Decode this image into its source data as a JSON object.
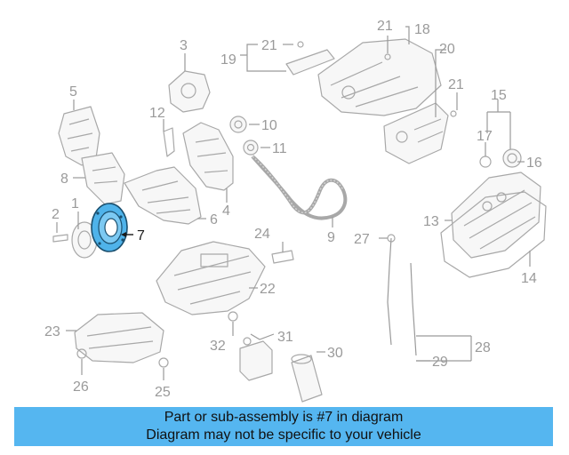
{
  "diagram": {
    "highlighted_part": "7",
    "highlight_color": "#4fb3ea",
    "labels": {
      "p1": "1",
      "p2": "2",
      "p3": "3",
      "p4": "4",
      "p5": "5",
      "p6": "6",
      "p7": "7",
      "p8": "8",
      "p9": "9",
      "p10": "10",
      "p11": "11",
      "p12": "12",
      "p13": "13",
      "p14": "14",
      "p15": "15",
      "p16": "16",
      "p17": "17",
      "p18": "18",
      "p19": "19",
      "p20": "20",
      "p21a": "21",
      "p21b": "21",
      "p21c": "21",
      "p22": "22",
      "p23": "23",
      "p24": "24",
      "p25": "25",
      "p26": "26",
      "p27": "27",
      "p28": "28",
      "p29": "29",
      "p30": "30",
      "p31": "31",
      "p32": "32"
    }
  },
  "banner": {
    "line1": "Part or sub-assembly is #7 in diagram",
    "line2": "Diagram may not be specific to your vehicle",
    "color": "#55b6f0"
  }
}
